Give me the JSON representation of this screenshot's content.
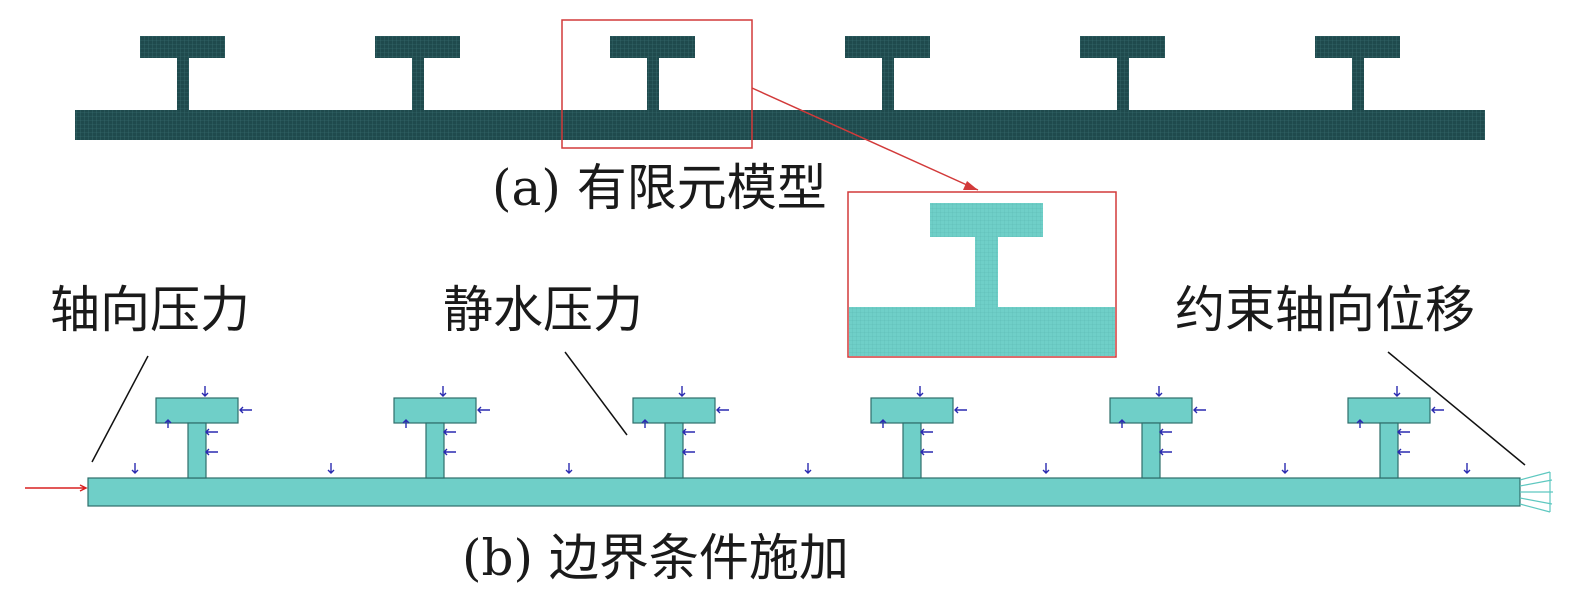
{
  "captions": {
    "a": "(a) 有限元模型",
    "b": "(b) 边界条件施加"
  },
  "labels": {
    "axial_pressure": "轴向压力",
    "hydrostatic_pressure": "静水压力",
    "axial_constraint": "约束轴向位移"
  },
  "model": {
    "stiffener_count": 6,
    "mesh_style": "fine quadrilateral mesh"
  },
  "colors": {
    "mesh_dark": "#1f4a4d",
    "mesh_light": "#6fcfc8",
    "highlight_frame": "#d23a3a",
    "pressure_arrow": "#2a2ab0",
    "axial_force_arrow": "#d92020",
    "leader_line": "#111111",
    "constraint": "#5ec8c0"
  }
}
